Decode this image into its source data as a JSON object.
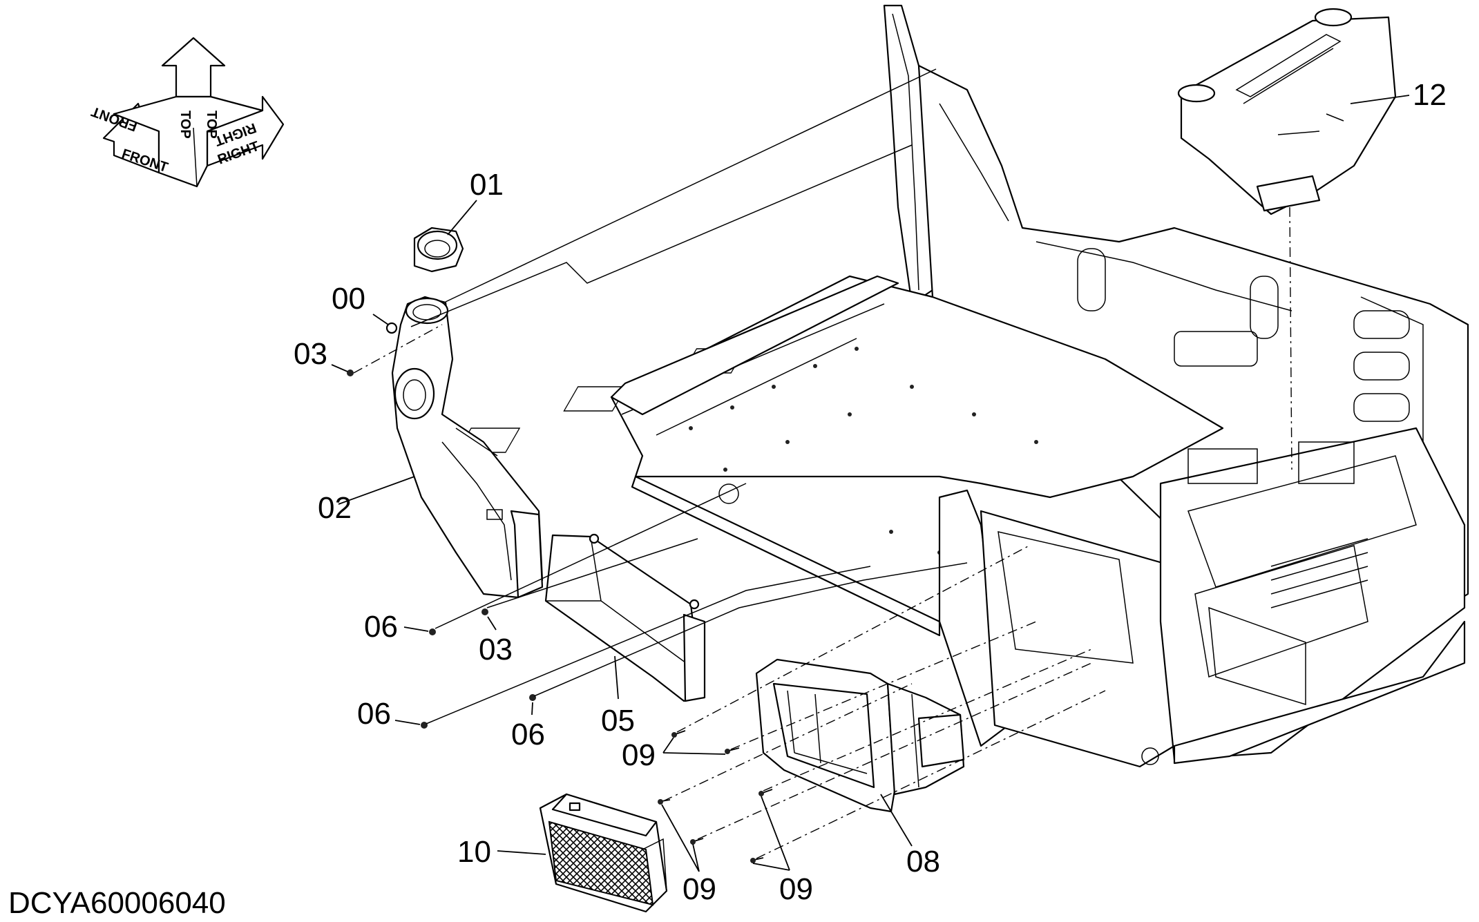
{
  "drawing": {
    "code": "DCYA60006040",
    "orientation": {
      "front": "FRONT",
      "top": "TOP",
      "right": "RIGHT"
    }
  },
  "callouts": [
    "00",
    "01",
    "02",
    "03",
    "05",
    "06",
    "08",
    "09",
    "10",
    "12"
  ],
  "labels": {
    "c12": "12",
    "c01": "01",
    "c00": "00",
    "c03a": "03",
    "c02": "02",
    "c06a": "06",
    "c03b": "03",
    "c06b": "06",
    "c06c": "06",
    "c05": "05",
    "c09a": "09",
    "c10": "10",
    "c09b": "09",
    "c09c": "09",
    "c08": "08"
  }
}
